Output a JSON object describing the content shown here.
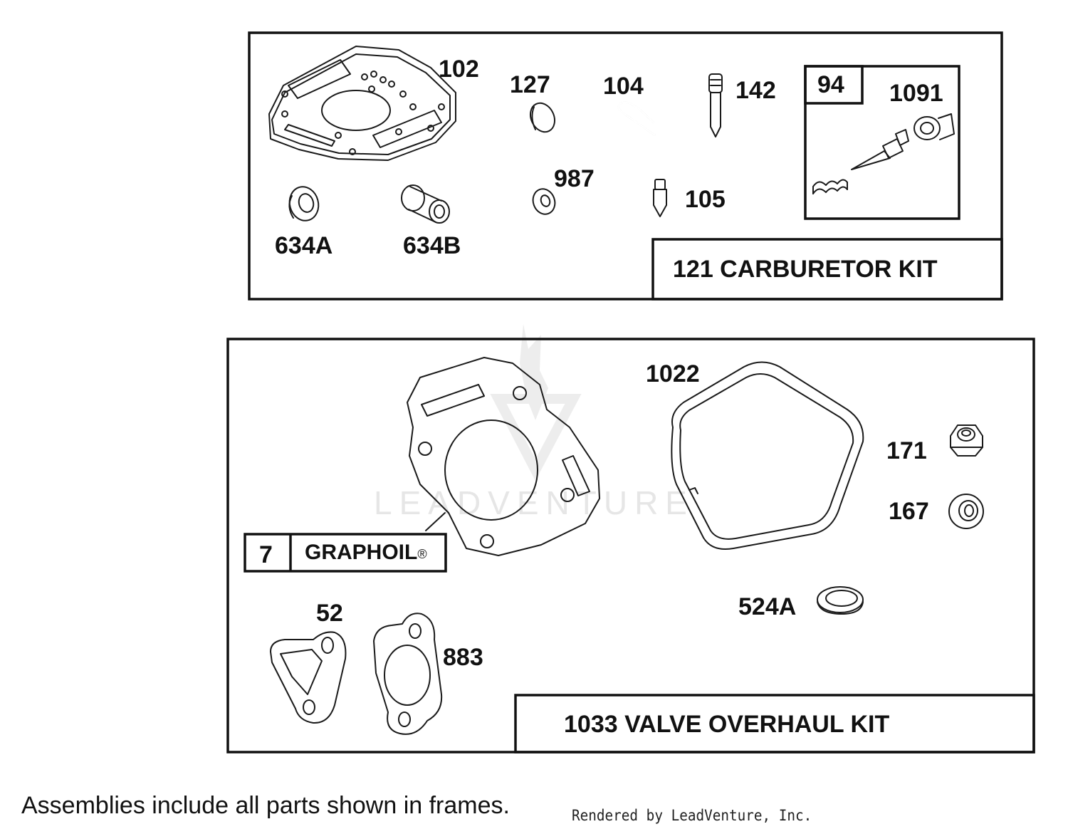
{
  "watermark": {
    "text": "LEADVENTURE"
  },
  "carburetor_kit": {
    "title": "121 CARBURETOR KIT",
    "parts": {
      "p102": "102",
      "p127": "127",
      "p104": "104",
      "p142": "142",
      "p987": "987",
      "p105": "105",
      "p634a": "634A",
      "p634b": "634B"
    },
    "sub_kit": {
      "number": "94",
      "part": "1091"
    }
  },
  "valve_overhaul_kit": {
    "title": "1033 VALVE OVERHAUL KIT",
    "parts": {
      "p1022": "1022",
      "p171": "171",
      "p167": "167",
      "p524a": "524A",
      "p52": "52",
      "p883": "883"
    },
    "graphoil": {
      "number": "7",
      "label": "GRAPHOIL",
      "mark": "®"
    }
  },
  "footer": {
    "note": "Assemblies include all parts shown in frames.",
    "rendered_by": "Rendered by LeadVenture, Inc."
  }
}
